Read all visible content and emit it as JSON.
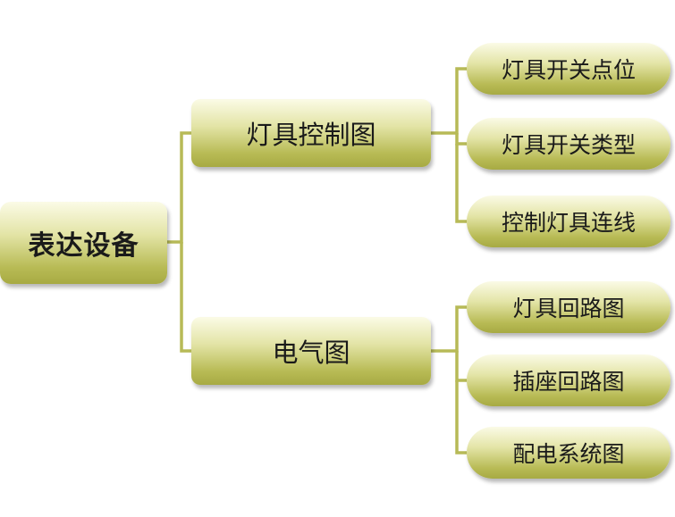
{
  "diagram": {
    "root": {
      "label": "表达设备"
    },
    "branches": [
      {
        "label": "灯具控制图",
        "children": [
          "灯具开关点位",
          "灯具开关类型",
          "控制灯具连线"
        ]
      },
      {
        "label": "电气图",
        "children": [
          "灯具回路图",
          "插座回路图",
          "配电系统图"
        ]
      }
    ],
    "colors": {
      "node_light": "#fbfbe6",
      "node_dark": "#a7aa43",
      "connector": "#b7ba57",
      "text": "#1a1a1a"
    }
  }
}
